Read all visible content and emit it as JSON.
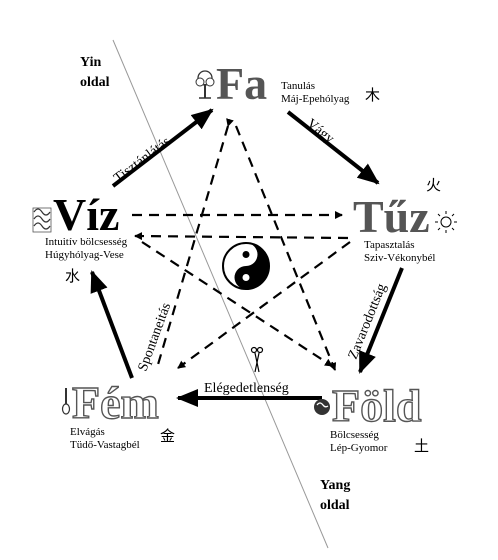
{
  "sides": {
    "yin": [
      "Yin",
      "oldal"
    ],
    "yang": [
      "Yang",
      "oldal"
    ]
  },
  "elements": {
    "fa": {
      "name": "Fa",
      "lines": [
        "Tanulás",
        "Máj-Epehólyag"
      ],
      "glyph": "木",
      "icon": "tree-icon"
    },
    "tuz": {
      "name": "Tűz",
      "lines": [
        "Tapasztalás",
        "Sziv-Vékonybél"
      ],
      "glyph": "火",
      "icon": "sun-icon"
    },
    "fold": {
      "name": "Föld",
      "lines": [
        "Bölcsesség",
        "Lép-Gyomor"
      ],
      "glyph": "土",
      "icon": "earth-icon"
    },
    "fem": {
      "name": "Fém",
      "lines": [
        "Elvágás",
        "Tüdő-Vastagbél"
      ],
      "glyph": "金",
      "icon": "shovel-icon"
    },
    "viz": {
      "name": "Víz",
      "lines": [
        "Intuitív bölcsesség",
        "Húgyhólyag-Vese"
      ],
      "glyph": "水",
      "icon": "wave-icon"
    }
  },
  "cycle": {
    "fa_to_tuz": "Vágy",
    "tuz_to_fold": "Zavarodottság",
    "fold_to_fem": "Elégedetlenség",
    "fem_to_viz": "Spontaneitás",
    "viz_to_fa": "Tisztánlátás"
  },
  "center_icon": "yin-yang-icon",
  "scissors_icon": "scissors-icon"
}
